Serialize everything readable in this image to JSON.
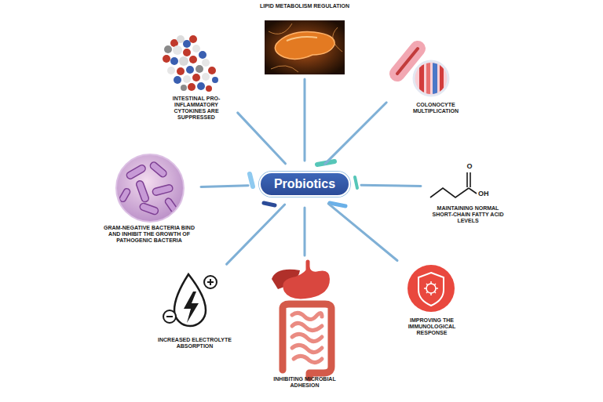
{
  "diagram": {
    "nodes": [
      {
        "text": [
          "LIPID METABOLISM REGULATION"
        ]
      },
      {
        "text": [
          "INTESTINAL PRO-INFLAMMATORY CYTOKINES ARE SUPPRESSED"
        ]
      },
      {
        "text": [
          "COLONOCYTE MULTIPLICATION"
        ]
      },
      {
        "text": [
          "GRAM-NEGATIVE BACTERIA BIND AND INHIBIT THE GROWTH OF PATHOGENIC BACTERIA"
        ]
      },
      {
        "text": [
          "Probiotics"
        ]
      },
      {
        "text": [
          "MAINTAINING NORMAL SHORT-CHAIN FATTY ACID LEVELS"
        ]
      },
      {
        "text": [
          "INCREASED ELECTROLYTE ABSORPTION"
        ]
      },
      {
        "text": [
          "IMPROVING THE IMMUNOLOGICAL RESPONSE"
        ]
      },
      {
        "text": [
          "INHIBITING MICROBIAL ADHESION"
        ]
      }
    ],
    "edges": [
      {
        "from": 4,
        "to": 0,
        "arrow": "none"
      },
      {
        "from": 4,
        "to": 1,
        "arrow": "none"
      },
      {
        "from": 4,
        "to": 2,
        "arrow": "none"
      },
      {
        "from": 4,
        "to": 3,
        "arrow": "none"
      },
      {
        "from": 4,
        "to": 5,
        "arrow": "none"
      },
      {
        "from": 4,
        "to": 6,
        "arrow": "none"
      },
      {
        "from": 4,
        "to": 7,
        "arrow": "none"
      },
      {
        "from": 4,
        "to": 8,
        "arrow": "none"
      }
    ],
    "labels": [
      "O",
      "OH"
    ]
  }
}
